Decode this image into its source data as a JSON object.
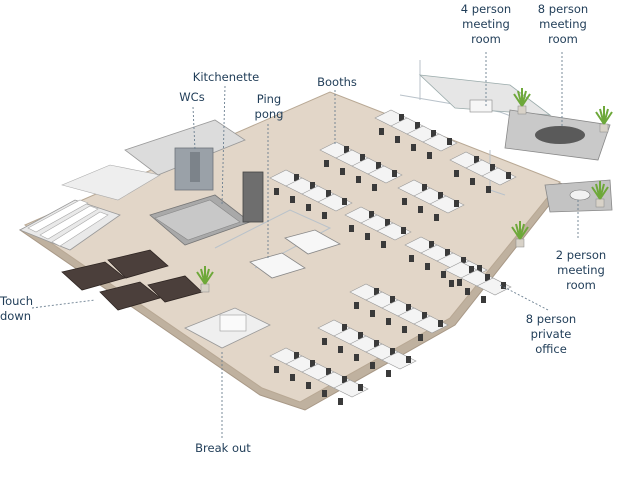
{
  "labels": {
    "four_person_meeting": "4 person\nmeeting\nroom",
    "eight_person_meeting": "8 person\nmeeting\nroom",
    "kitchenette": "Kitchenette",
    "wcs": "WCs",
    "ping_pong": "Ping\npong",
    "booths": "Booths",
    "two_person_meeting": "2 person\nmeeting\nroom",
    "touch_down": "Touch\ndown",
    "eight_person_private": "8 person\nprivate\noffice",
    "break_out": "Break out"
  },
  "colors": {
    "label_text": "#1f3c57",
    "leader_line": "#6b7f90",
    "floor": "#d9cbbb",
    "floor_edge": "#b8a894",
    "desk": "#f4f4f4",
    "chair": "#3a3a3a",
    "glass": "#cfd6dc",
    "plant": "#6ea83a"
  },
  "icons": [
    "stair-icon",
    "plant-icon",
    "desk-cluster-icon",
    "chair-icon"
  ]
}
